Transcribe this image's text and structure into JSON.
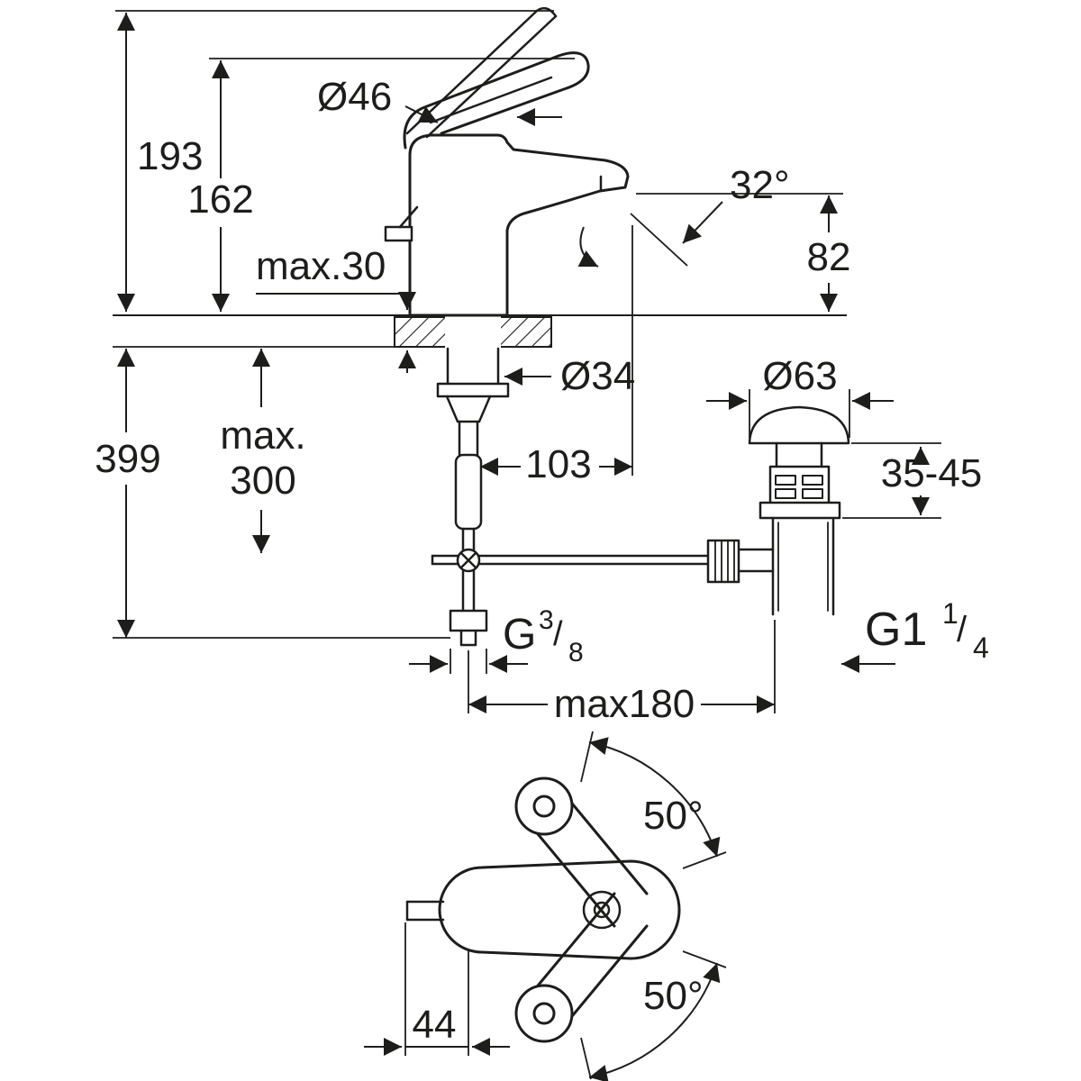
{
  "drawing": {
    "type": "technical-dimension-drawing",
    "subject": "single-lever basin mixer with pop-up waste",
    "colors": {
      "line": "#1d1d1b",
      "background": "#ffffff"
    },
    "side_view": {
      "overall_height": "193",
      "height_to_spout": "162",
      "lever_diameter": "Ø46",
      "max_deck_thickness": "max.30",
      "spout_angle": "32°",
      "outlet_height": "82",
      "overall_depth": "399",
      "hose_max_label": "max.",
      "hose_max_value": "300",
      "spout_reach": "103",
      "shank_diameter": "Ø34"
    },
    "waste": {
      "plug_diameter": "Ø63",
      "clamp_range": "35-45",
      "inlet_thread": {
        "base": "G",
        "sup": "3",
        "slash": "/",
        "sub": "8"
      },
      "outlet_thread": {
        "base": "G1",
        "sup": "1",
        "slash": "/",
        "sub": "4"
      },
      "max_distance": "max180"
    },
    "top_view": {
      "swivel_up": "50°",
      "swivel_down": "50°",
      "inlet_offset": "44"
    }
  }
}
